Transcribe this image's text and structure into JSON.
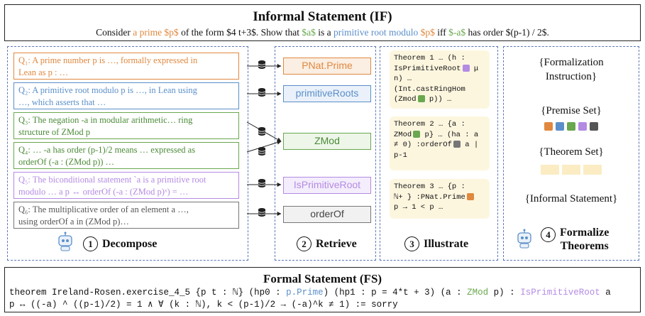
{
  "informal": {
    "title": "Informal Statement (IF)",
    "p1": "Consider ",
    "p2": "a prime $p$",
    "p3": " of the form $4 t+3$. Show that ",
    "p4": "$a$",
    "p5": " is a ",
    "p6": "primitive root modulo",
    "p7": " ",
    "p8": "$p$",
    "p9": " iff ",
    "p10": "$-a$",
    "p11": " has order",
    "p12": " $(p-1) / 2$."
  },
  "decompose": {
    "label": "Decompose",
    "num": "1",
    "queries": [
      {
        "l1": "Q₁: A prime number p is …, formally expressed in",
        "l2": "Lean as p :  …"
      },
      {
        "l1": "Q₂: A primitive root modulo p is …, in Lean using",
        "l2": "…, which asserts that …"
      },
      {
        "l1": "Q₃: The negation -a in modular arithmetic… ring",
        "l2": "structure of ZMod p"
      },
      {
        "l1": "Q₄: … -a has order (p-1)/2 means … expressed as",
        "l2": "orderOf (-a : (ZMod p)) …"
      },
      {
        "l1": "Q₅: The biconditional statement `a is a primitive root",
        "l2": "modulo … a p ↔ orderOf (-a : (ZMod p)ˣ) = …"
      },
      {
        "l1": "Q₆: The multiplicative order of an element a …,",
        "l2": "using orderOf a in (ZMod p)…"
      }
    ]
  },
  "retrieve": {
    "label": "Retrieve",
    "num": "2",
    "premises": [
      "PNat.Prime",
      "primitiveRoots",
      "ZMod",
      "IsPrimitiveRoot",
      "orderOf"
    ]
  },
  "illustrate": {
    "label": "Illustrate",
    "num": "3",
    "t1": {
      "l1": "Theorem 1 … (h :",
      "l2": "IsPrimitiveRoot",
      "l2b": " μ",
      "l3": "n) …",
      "l4": "(Int.castRingHom",
      "l5": "(Zmod",
      "l5b": " p)) …"
    },
    "t2": {
      "l1": "Theorem 2 … {a :",
      "l2": "ZMod",
      "l2b": " p} … (ha : a",
      "l3": "≠ 0) :orderOf",
      "l3b": " a |",
      "l4": "p-1"
    },
    "t3": {
      "l1": "Theorem 3 … {p :",
      "l2": "ℕ+ } :PNat.Prime",
      "l3": "p → 1 < p …"
    }
  },
  "formalize": {
    "label1": "Formalize",
    "label2": "Theorems",
    "num": "4",
    "instr1": "{Formalization",
    "instr2": "Instruction}",
    "premise_set": "{Premise Set}",
    "theorem_set": "{Theorem Set}",
    "informal_statement": "{Informal Statement}",
    "chip_colors": [
      "#e0883f",
      "#5b8fc9",
      "#6aa84f",
      "#b48be3",
      "#555555"
    ]
  },
  "formal": {
    "title": "Formal Statement (FS)",
    "a1": "theorem Ireland-Rosen.exercise_4_5 {p t : ℕ} (hp0 : ",
    "a2": "p.Prime",
    "a3": ") (hp1 : p = 4*t + 3) (a : ",
    "a4": "ZMod",
    "a5": " p) : ",
    "a6": "IsPrimitiveRoot",
    "a7": " a",
    "b1": "p ↔ ((-a) ^ ((p-1)/2) = 1 ∧ ∀ (k : ℕ), k < (p-1)/2 → (-a)^k ≠ 1) := sorry"
  },
  "colors": {
    "orange": "#e0883f",
    "blue": "#5b8fc9",
    "green": "#6aa84f",
    "purple": "#b48be3",
    "gray": "#777777",
    "panel_border": "#5b76b8"
  }
}
